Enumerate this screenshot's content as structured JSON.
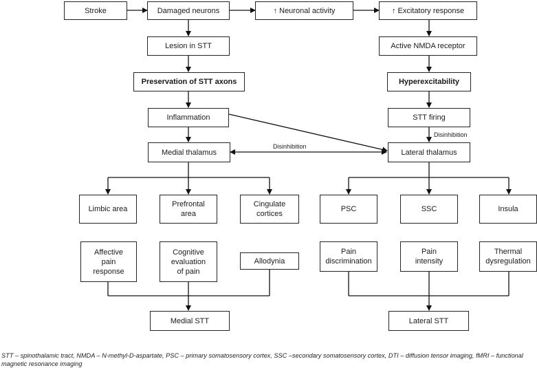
{
  "nodes": {
    "stroke": "Stroke",
    "damaged_neurons": "Damaged neurons",
    "neuronal_activity": "↑ Neuronal activity",
    "excitatory_response": "↑ Excitatory response",
    "lesion_stt": "Lesion in STT",
    "active_nmda": "Active NMDA receptor",
    "preservation_stt": "Preservation of STT axons",
    "hyperexcitability": "Hyperexcitability",
    "inflammation": "Inflammation",
    "stt_firing": "STT firing",
    "medial_thalamus": "Medial thalamus",
    "lateral_thalamus": "Lateral thalamus",
    "limbic_area": "Limbic area",
    "prefrontal_area": "Prefrontal\narea",
    "cingulate_cortices": "Cingulate\ncortices",
    "psc": "PSC",
    "ssc": "SSC",
    "insula": "Insula",
    "affective_pain": "Affective\npain\nresponse",
    "cognitive_eval": "Cognitive\nevaluation\nof pain",
    "allodynia": "Allodynia",
    "pain_discrimination": "Pain\ndiscrimination",
    "pain_intensity": "Pain\nintensity",
    "thermal_dysregulation": "Thermal\ndysregulation",
    "medial_stt": "Medial STT",
    "lateral_stt": "Lateral STT"
  },
  "edge_labels": {
    "disinhibition_horizontal": "Disinhibition",
    "disinhibition_vertical": "Disinhibition"
  },
  "footnote": "STT – spinothalamic tract, NMDA – N-methyl-D-aspartate, PSC – primary somatosensory cortex, SSC –secondary somatosensory cortex, DTI – diffusion tensor imaging, fMRI – functional magnetic resonance imaging"
}
